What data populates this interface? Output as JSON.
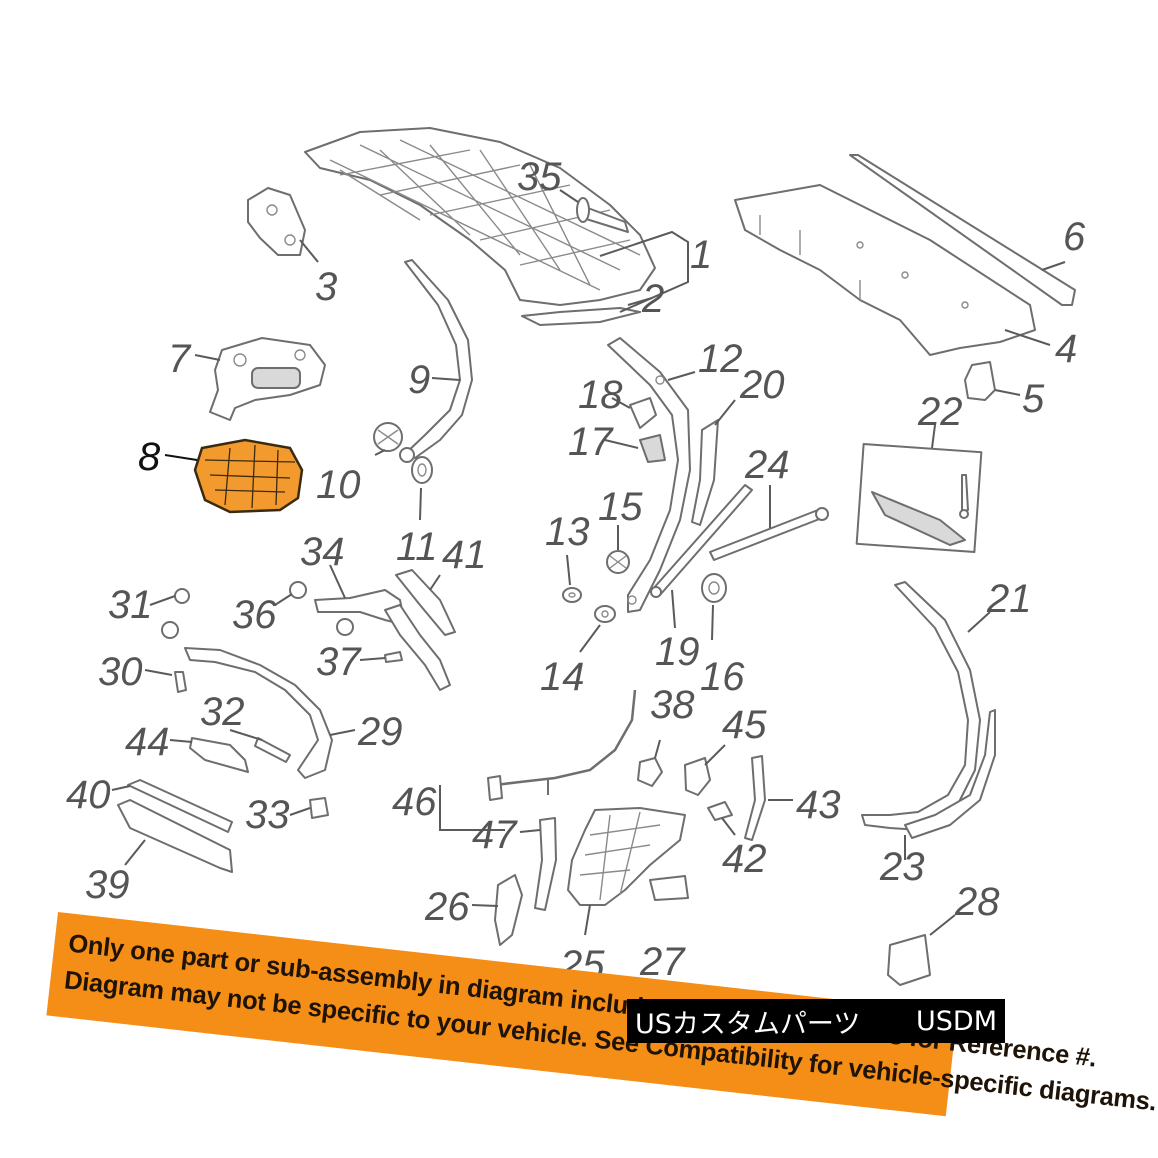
{
  "callouts": {
    "c1": "1",
    "c2": "2",
    "c3": "3",
    "c4": "4",
    "c5": "5",
    "c6": "6",
    "c7": "7",
    "c8": "8",
    "c9": "9",
    "c10": "10",
    "c11": "11",
    "c12": "12",
    "c13": "13",
    "c14": "14",
    "c15": "15",
    "c16": "16",
    "c17": "17",
    "c18": "18",
    "c19": "19",
    "c20": "20",
    "c21": "21",
    "c22": "22",
    "c23": "23",
    "c24": "24",
    "c25": "25",
    "c26": "26",
    "c27": "27",
    "c28": "28",
    "c29": "29",
    "c30": "30",
    "c31": "31",
    "c32": "32",
    "c33": "33",
    "c34": "34",
    "c35": "35",
    "c36": "36",
    "c37": "37",
    "c38": "38",
    "c39": "39",
    "c40": "40",
    "c41": "41",
    "c42": "42",
    "c43": "43",
    "c44": "44",
    "c45": "45",
    "c46": "46",
    "c47": "47"
  },
  "highlighted_part": "8",
  "highlight_color": "#f39a2e",
  "notice": {
    "line1": "Only one part or sub-assembly in diagram included. See Item Specifics for Reference #.",
    "line2": "Diagram may not be specific to your vehicle. See Compatibility for vehicle-specific diagrams.",
    "background_color": "#f58e16"
  },
  "watermark": {
    "left": "USカスタムパーツ",
    "right": "USDM"
  }
}
